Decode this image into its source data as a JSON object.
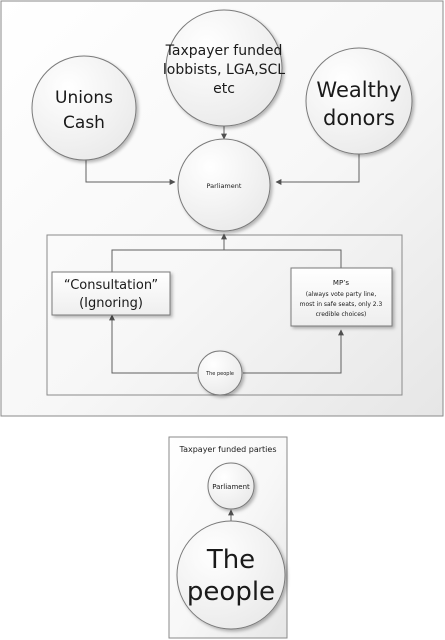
{
  "top_diagram": {
    "nodes": {
      "unions": {
        "lines": [
          "Unions",
          "Cash"
        ]
      },
      "taxpayer_lobbyists": {
        "lines": [
          "Taxpayer funded",
          "lobbists, LGA,SCL",
          "etc"
        ]
      },
      "wealthy_donors": {
        "lines": [
          "Wealthy",
          "donors"
        ]
      },
      "parliament": {
        "label": "Parliament"
      },
      "consultation": {
        "lines": [
          "“Consultation”",
          "(Ignoring)"
        ]
      },
      "mps": {
        "lines": [
          "MP’s",
          "(always vote party line,",
          "most in safe seats, only 2.3",
          "credible choices)"
        ]
      },
      "the_people": {
        "label": "The people"
      }
    }
  },
  "bottom_diagram": {
    "title": "Taxpayer funded parties",
    "parliament": {
      "label": "Parliament"
    },
    "the_people": {
      "lines": [
        "The",
        "people"
      ]
    }
  }
}
